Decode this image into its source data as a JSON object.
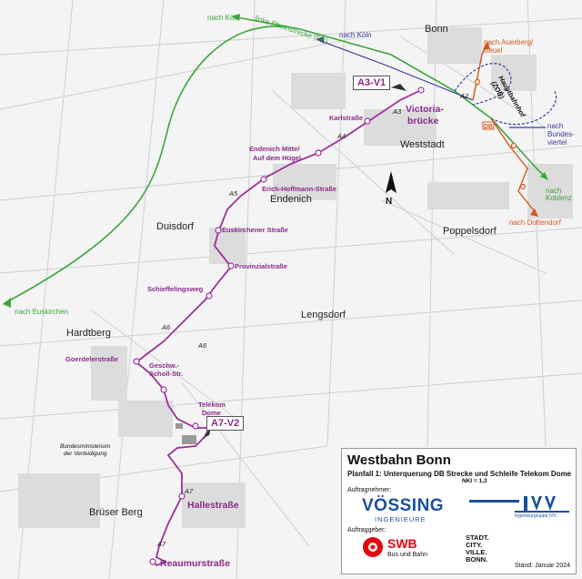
{
  "title": "Westbahn Bonn",
  "subtitle": "Planfall 1: Unterquerung DB Strecke und Schleife Telekom Dome",
  "nki": "NKI = 1,3",
  "contractor_label": "Auftragnehmer:",
  "client_label": "Auftraggeber:",
  "contractors": [
    "VÖSSING",
    "INGENIEURE",
    "Ingenieurgruppe IVV"
  ],
  "clients": [
    "SWB",
    "Bus und Bahn",
    "STADT.\nCITY.\nVILLE.\nBONN."
  ],
  "stand": "Stand: Januar 2024",
  "districts": [
    "Bonn",
    "Weststadt",
    "Duisdorf",
    "Endenich",
    "Poppelsdorf",
    "Lengsdorf",
    "Hardtberg",
    "Brüser Berg"
  ],
  "stops": [
    "Victoria-",
    "brücke",
    "Karlstraße",
    "Endenich Mitte/",
    "Auf dem Hügel",
    "Erich-Hoffmann-Straße",
    "Euskirchener Straße",
    "Provinzialstraße",
    "Schieffelingsweg",
    "Goerdelerstraße",
    "Geschw.-",
    "Scholl-Str.",
    "Telekom",
    "Dome",
    "Hallestraße",
    "Reaumurstraße"
  ],
  "segments": [
    "A2",
    "A3",
    "A4",
    "A5",
    "A6",
    "A6",
    "A7",
    "A7"
  ],
  "variants": [
    "A3-V1",
    "A7-V2"
  ],
  "directions": {
    "green": [
      "nach Köln",
      "linke Rheinstrecke (DB)",
      "nach Euskirchen",
      "nach",
      "Koblenz"
    ],
    "blue": [
      "nach Köln",
      "nach",
      "Bundes-",
      "viertel"
    ],
    "orange": [
      "nach Auerberg/",
      "Beuel",
      "nach Dottendorf"
    ]
  },
  "poi": [
    "Hauptbahnhof",
    "(ZOB)",
    "Bundesministerium",
    "der Verteidigung",
    "DB",
    "N"
  ],
  "colors": {
    "route": "#9b309b",
    "db_line": "#3aa63a",
    "tram": "#d2561e",
    "bus": "#3a3a9a",
    "swb_red": "#e30613",
    "voessing_blue": "#1c4f9c"
  }
}
